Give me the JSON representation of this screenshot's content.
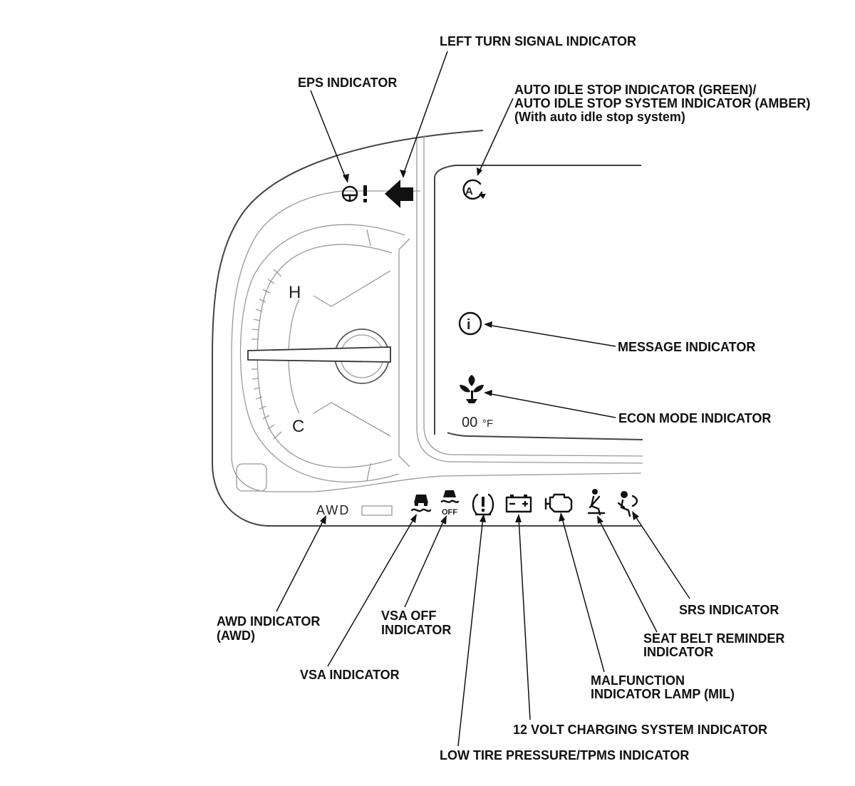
{
  "labels": {
    "left_turn": "LEFT TURN SIGNAL INDICATOR",
    "eps": "EPS INDICATOR",
    "auto_idle_1": "AUTO IDLE STOP INDICATOR (GREEN)/",
    "auto_idle_2": "AUTO IDLE STOP SYSTEM INDICATOR (AMBER)",
    "auto_idle_3": "(With auto idle stop system)",
    "message": "MESSAGE INDICATOR",
    "econ": "ECON MODE INDICATOR",
    "awd_1": "AWD INDICATOR",
    "awd_2": "(AWD)",
    "vsa_off_1": "VSA OFF",
    "vsa_off_2": "INDICATOR",
    "vsa": "VSA INDICATOR",
    "srs": "SRS INDICATOR",
    "seat_belt_1": "SEAT BELT REMINDER",
    "seat_belt_2": "INDICATOR",
    "mil_1": "MALFUNCTION",
    "mil_2": "INDICATOR LAMP (MIL)",
    "charging": "12 VOLT CHARGING SYSTEM INDICATOR",
    "tpms": "LOW TIRE PRESSURE/TPMS INDICATOR"
  },
  "gauge": {
    "hot": "H",
    "cold": "C",
    "temp_value": "00",
    "temp_unit": "°F",
    "awd_text": "AWD",
    "vsa_off_text": "OFF"
  },
  "icons": [
    "eps-icon",
    "left-turn-arrow-icon",
    "auto-idle-stop-icon",
    "message-info-icon",
    "econ-leaf-icon",
    "vsa-icon",
    "vsa-off-icon",
    "tpms-icon",
    "battery-icon",
    "engine-icon",
    "seat-belt-icon",
    "srs-airbag-icon"
  ]
}
